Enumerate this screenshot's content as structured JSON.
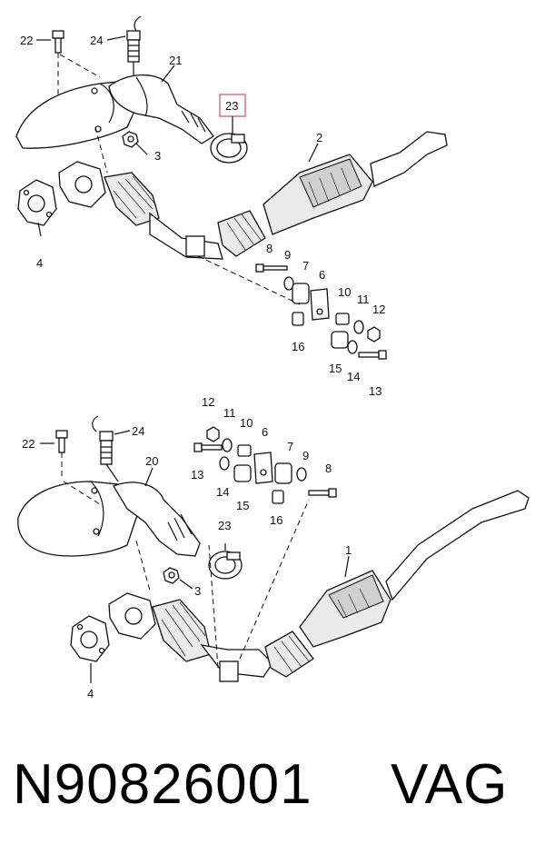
{
  "diagram": {
    "upper": {
      "labels": {
        "l22": "22",
        "l24": "24",
        "l21": "21",
        "l23": "23",
        "l3": "3",
        "l2": "2",
        "l4": "4",
        "l8": "8",
        "l9": "9",
        "l7": "7",
        "l6": "6",
        "l10": "10",
        "l11": "11",
        "l12": "12",
        "l16": "16",
        "l15": "15",
        "l14": "14",
        "l13": "13"
      },
      "highlight_color": "#e07080"
    },
    "lower": {
      "labels": {
        "l12": "12",
        "l11": "11",
        "l10": "10",
        "l6": "6",
        "l22": "22",
        "l24": "24",
        "l7": "7",
        "l9": "9",
        "l8": "8",
        "l20": "20",
        "l13": "13",
        "l14": "14",
        "l15": "15",
        "l16": "16",
        "l23": "23",
        "l3": "3",
        "l1": "1",
        "l4": "4"
      }
    }
  },
  "footer": {
    "part_number": "N90826001",
    "brand": "VAG"
  }
}
